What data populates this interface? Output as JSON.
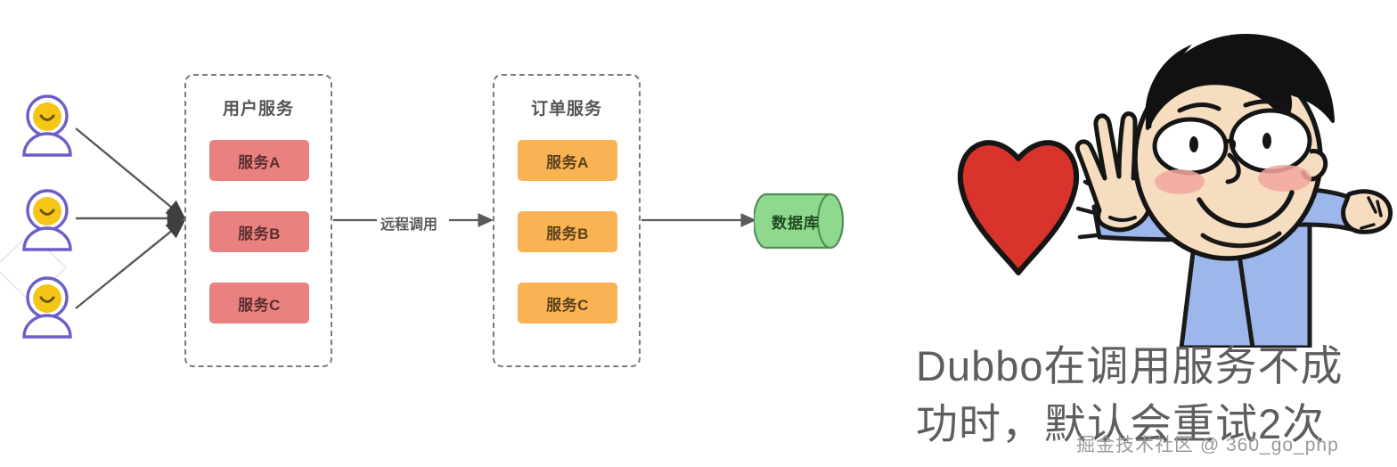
{
  "diagram": {
    "actors": [
      {
        "name": "user-actor-1",
        "icon": "user-avatar-icon"
      },
      {
        "name": "user-actor-2",
        "icon": "user-avatar-icon"
      },
      {
        "name": "user-actor-3",
        "icon": "user-avatar-icon"
      }
    ],
    "user_service": {
      "title": "用户服务",
      "chips": [
        {
          "label": "服务A",
          "color": "#ea8181"
        },
        {
          "label": "服务B",
          "color": "#ea8181"
        },
        {
          "label": "服务C",
          "color": "#ea8181"
        }
      ]
    },
    "order_service": {
      "title": "订单服务",
      "chips": [
        {
          "label": "服务A",
          "color": "#fab352"
        },
        {
          "label": "服务B",
          "color": "#fab352"
        },
        {
          "label": "服务C",
          "color": "#fab352"
        }
      ]
    },
    "edge_label": "远程调用",
    "database": {
      "label": "数据库",
      "fill": "#8ed98e",
      "stroke": "#4f8f52"
    },
    "colors": {
      "dashed_border": "#7b7b7b",
      "arrow": "#5a5a5a",
      "title_text": "#555555",
      "actor_outline": "#6c5fc7",
      "actor_face": "#f5c518"
    }
  },
  "illustration": {
    "name": "cartoon-boy-waving-with-heart",
    "heart_color": "#d9342b",
    "shirt_color": "#9db7ec",
    "skin_color": "#f7ddc0",
    "hair_color": "#111111",
    "blush_color": "#f3a7a0"
  },
  "caption": {
    "line1": "Dubbo在调用服务不成",
    "line2": "功时，默认会重试2次",
    "watermark": "掘金技术社区 @ 360_go_php"
  }
}
